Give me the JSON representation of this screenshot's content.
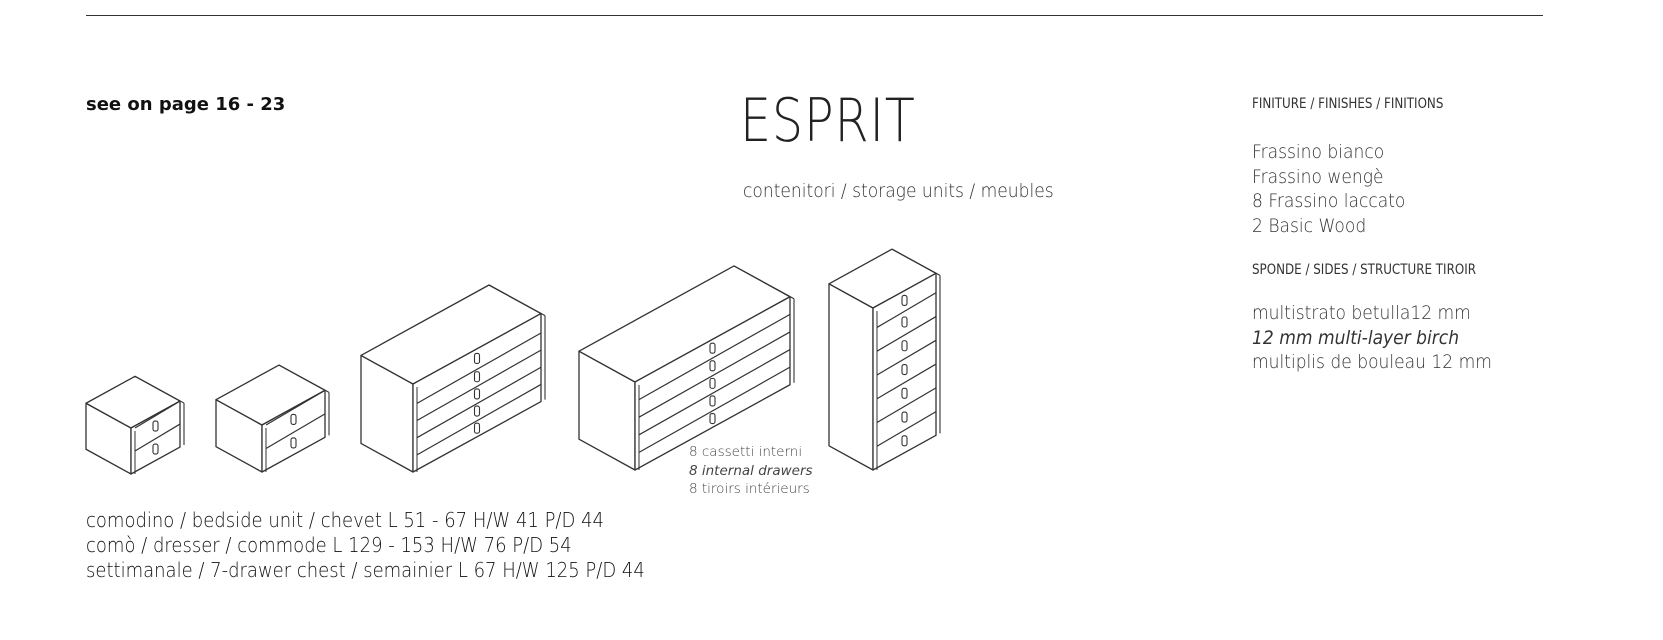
{
  "header": {
    "see_on_page": "see on page 16 - 23",
    "title": "ESPRIT",
    "subtitle": "contenitori / storage units / meubles"
  },
  "finishes": {
    "heading": "FINITURE / FINISHES / FINITIONS",
    "items": [
      "Frassino bianco",
      "Frassino wengè",
      "8 Frassino laccato",
      "2 Basic Wood"
    ]
  },
  "sides": {
    "heading": "SPONDE / SIDES / STRUCTURE TIROIR",
    "items": [
      "multistrato betulla12 mm",
      "12 mm multi-layer birch",
      "multiplis de bouleau 12 mm"
    ]
  },
  "drawer_note": [
    "8 cassetti interni",
    "8 internal drawers",
    "8 tiroirs intérieurs"
  ],
  "products": [
    "comodino / bedside unit / chevet L 51 - 67 H/W 41 P/D 44",
    "comò / dresser / commode L 129 - 153 H/W 76 P/D 54",
    "settimanale / 7-drawer chest / semainier L 67 H/W 125 P/D 44"
  ]
}
